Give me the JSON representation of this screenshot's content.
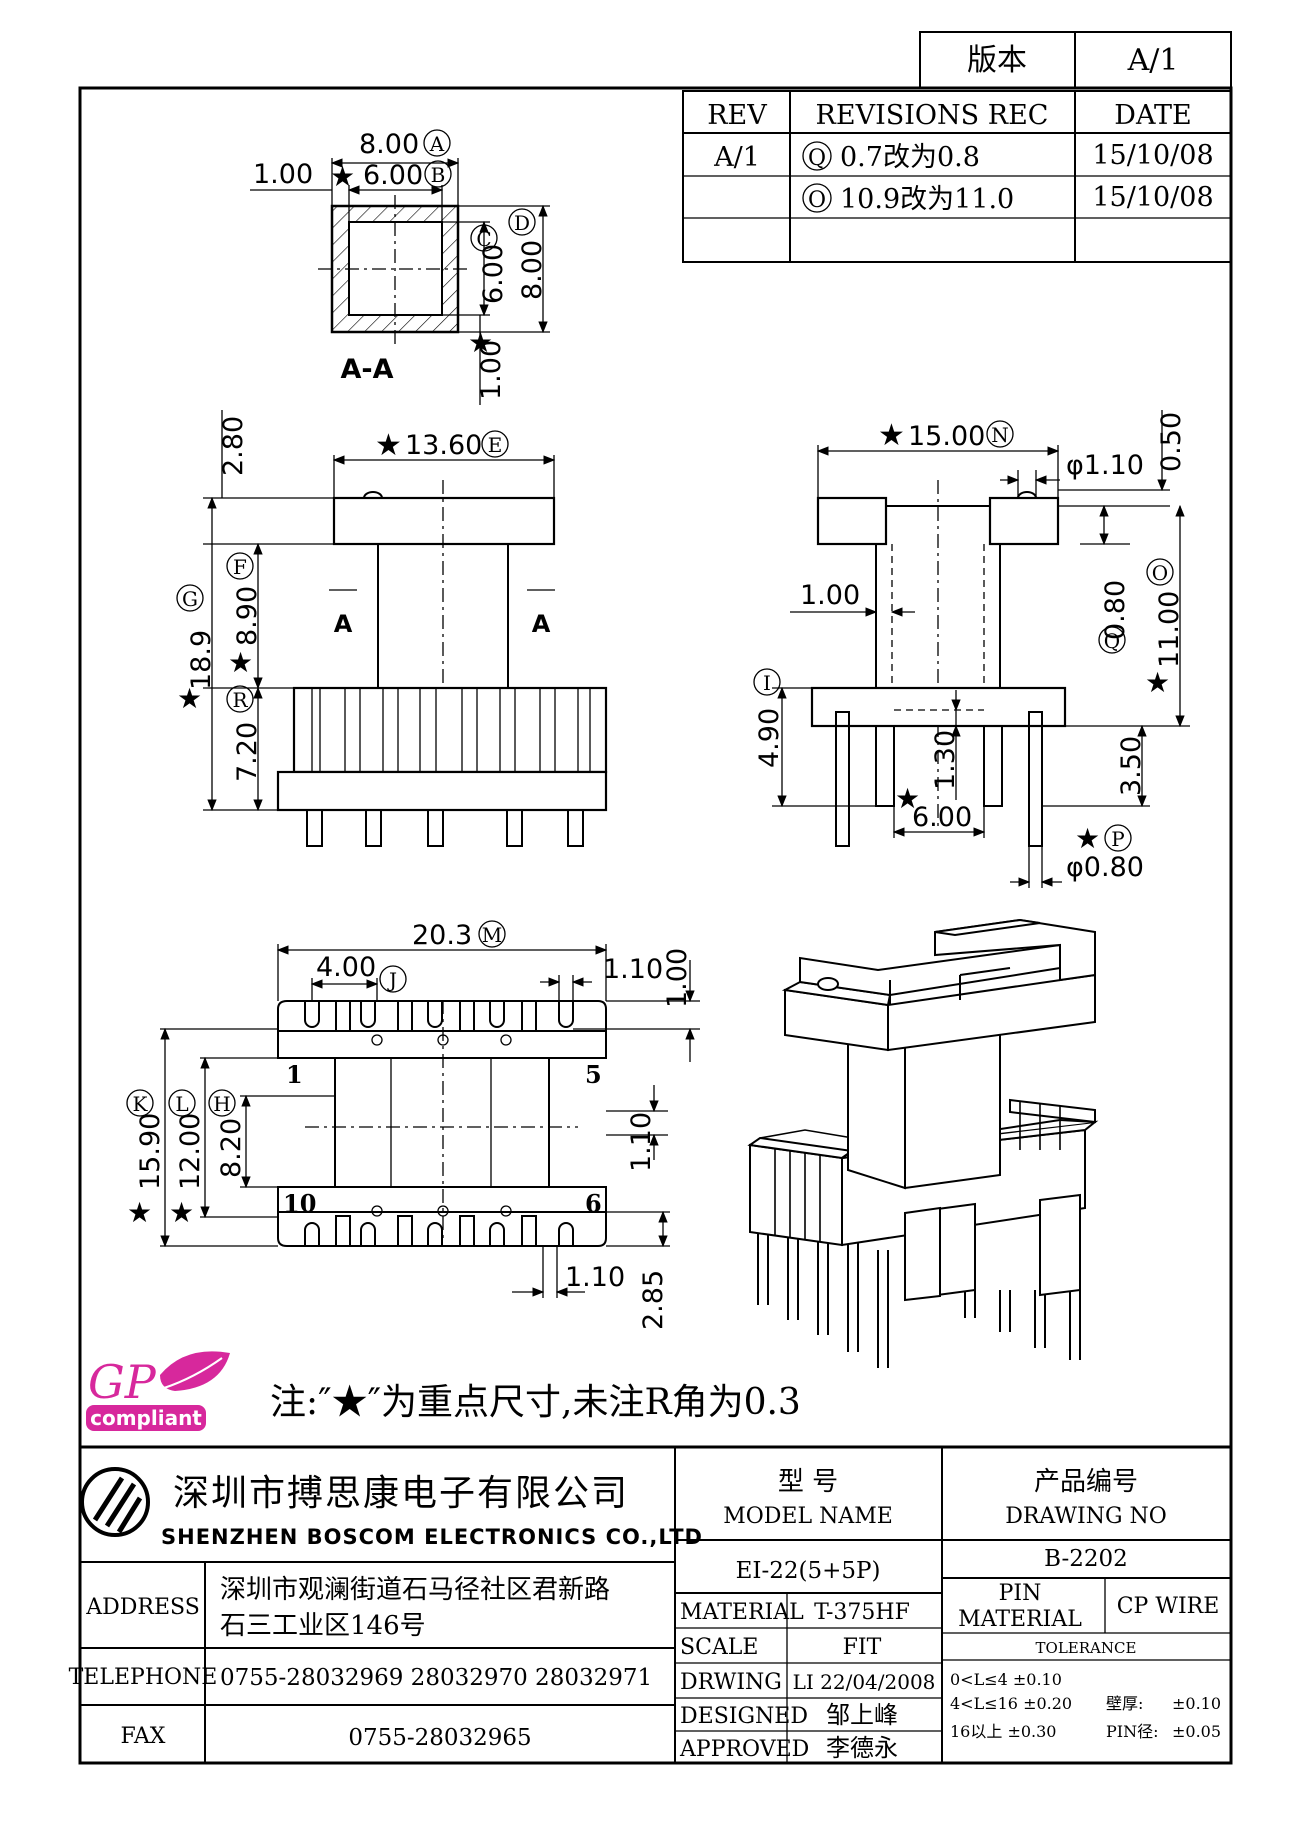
{
  "header": {
    "version_label": "版本",
    "version_value": "A/1"
  },
  "revisions": {
    "col_rev": "REV",
    "col_rec": "REVISIONS REC",
    "col_date": "DATE",
    "rows": [
      {
        "rev": "A/1",
        "mark": "Q",
        "text": "0.7改为0.8",
        "date": "15/10/08"
      },
      {
        "rev": "",
        "mark": "O",
        "text": "10.9改为11.0",
        "date": "15/10/08"
      }
    ]
  },
  "section_label": "A-A",
  "bar_label": "A",
  "dims": {
    "a": "8.00",
    "b": "6.00",
    "c": "6.00",
    "d": "8.00",
    "wall": "1.00",
    "e": "13.60",
    "top_h": "2.80",
    "f": "8.90",
    "g": "18.9",
    "r": "7.20",
    "n": "15.00",
    "pin_top": "φ1.10",
    "gap_top": "0.50",
    "side_w": "1.00",
    "q": "0.80",
    "o": "11.00",
    "i": "4.90",
    "mid": "1.30",
    "w6": "6.00",
    "h350": "3.50",
    "p": "φ0.80",
    "m": "20.3",
    "j": "4.00",
    "k1": "1.10",
    "k2": "1.00",
    "k": "15.90",
    "l": "12.00",
    "h": "8.20",
    "gap": "1.10",
    "bot1": "1.10",
    "bot2": "2.85"
  },
  "marks": {
    "a": "A",
    "b": "B",
    "c": "C",
    "d": "D",
    "e": "E",
    "f": "F",
    "g": "G",
    "r": "R",
    "n": "N",
    "q": "Q",
    "o": "O",
    "i": "I",
    "p": "P",
    "m": "M",
    "j": "J",
    "k": "K",
    "l": "L",
    "h": "H"
  },
  "pins": {
    "p1": "1",
    "p5": "5",
    "p10": "10",
    "p6": "6"
  },
  "logo": {
    "gp": "GP",
    "compliant": "compliant"
  },
  "note": "注:″★″为重点尺寸,未注R角为0.3",
  "company": {
    "cn": "深圳市搏思康电子有限公司",
    "en": "SHENZHEN BOSCOM ELECTRONICS CO.,LTD"
  },
  "title_block": {
    "model_label_cn": "型    号",
    "model_label_en": "MODEL NAME",
    "model_value": "EI-22(5+5P)",
    "drawing_label_cn": "产品编号",
    "drawing_label_en": "DRAWING NO",
    "drawing_value": "B-2202",
    "address_label": "ADDRESS",
    "address_line1": "深圳市观澜街道石马径社区君新路",
    "address_line2": "石三工业区146号",
    "telephone_label": "TELEPHONE",
    "telephone_value": "0755-28032969 28032970 28032971",
    "fax_label": "FAX",
    "fax_value": "0755-28032965",
    "material_label": "MATERIAL",
    "material_value": "T-375HF",
    "scale_label": "SCALE",
    "scale_value": "FIT",
    "drwing_label": "DRWING",
    "drwing_value": "LI 22/04/2008",
    "designed_label": "DESIGNED",
    "designed_value": "邹上峰",
    "approved_label": "APPROVED",
    "approved_value": "李德永",
    "pin_material_label_1": "PIN",
    "pin_material_label_2": "MATERIAL",
    "pin_material_value": "CP WIRE",
    "tolerance_label": "TOLERANCE",
    "tol1": "0<L≤4  ±0.10",
    "tol2": "4<L≤16  ±0.20",
    "tol3": "16以上     ±0.30",
    "wall_label": "壁厚:",
    "wall_value": "±0.10",
    "pin_dia_label": "PIN径:",
    "pin_dia_value": "±0.05"
  }
}
